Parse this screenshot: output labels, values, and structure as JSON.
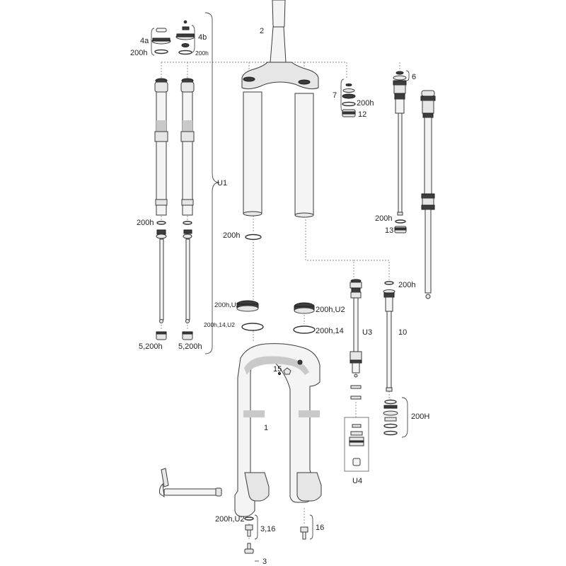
{
  "labels": {
    "l_4a": "4a",
    "l_4b": "4b",
    "l_200h_4a": "200h",
    "l_200h_4b": "200h",
    "l_2": "2",
    "l_7": "7",
    "l_200h_7": "200h",
    "l_12": "12",
    "l_6": "6",
    "l_u1": "U1",
    "l_200h_left": "200h",
    "l_200h_mid": "200h",
    "l_200h_12": "200h",
    "l_13": "13",
    "l_200h_right": "200h",
    "l_200hu2_left": "200h,U2",
    "l_200hu2_right": "200h,U2",
    "l_200h14u2": "200h,14,U2",
    "l_200h14": "200h,14",
    "l_u3": "U3",
    "l_10": "10",
    "l_5200h_a": "5,200h",
    "l_5200h_b": "5,200h",
    "l_15": "15",
    "l_1": "1",
    "l_200H": "200H",
    "l_u4": "U4",
    "l_200hu2_bot": "200h,U2",
    "l_316": "3,16",
    "l_16": "16",
    "l_3": "3"
  }
}
